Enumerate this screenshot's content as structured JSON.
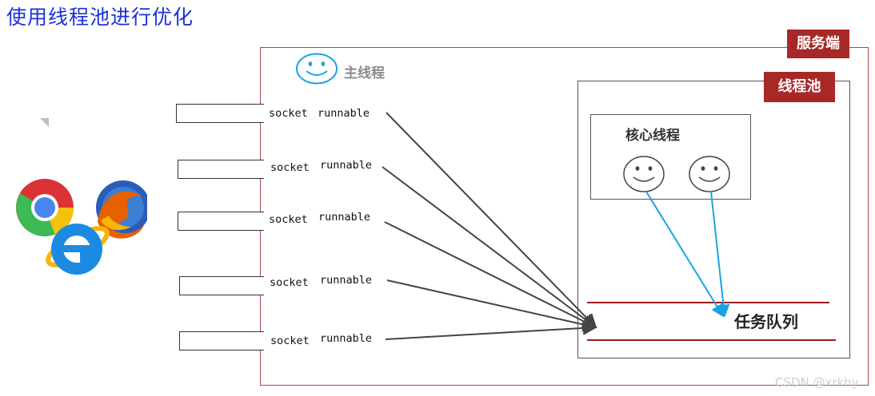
{
  "title": "使用线程池进行优化",
  "server_label": "服务端",
  "main_thread_label": "主线程",
  "pool_label": "线程池",
  "core_thread_label": "核心线程",
  "task_queue_label": "任务队列",
  "connections": [
    {
      "socket": "socket",
      "task": "runnable"
    },
    {
      "socket": "socket",
      "task": "runnable"
    },
    {
      "socket": "socket",
      "task": "runnable"
    },
    {
      "socket": "socket",
      "task": "runnable"
    },
    {
      "socket": "socket",
      "task": "runnable"
    }
  ],
  "clients": [
    "chrome-icon",
    "firefox-icon",
    "ie-icon"
  ],
  "colors": {
    "title": "#1d31d6",
    "label_bg": "#a82828",
    "server_border": "#a54646",
    "smiley": "#1aa3e0",
    "arrow": "#444444",
    "thread_arrow": "#1aa3e0",
    "queue_line": "#9b1c1c"
  },
  "watermark": "CSDN @xrkhy"
}
